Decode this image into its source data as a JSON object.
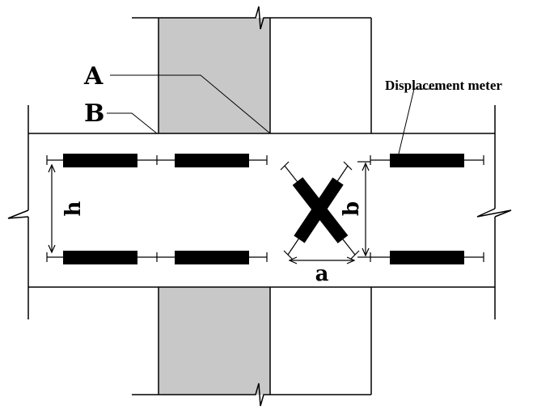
{
  "labels": {
    "A": "A",
    "B": "B",
    "h": "h",
    "a": "a",
    "b": "b",
    "displacement_meter": "Displacement meter"
  },
  "colors": {
    "column_fill": "#c8c8c8",
    "line": "#000000",
    "gauge": "#000000",
    "background": "#ffffff"
  }
}
